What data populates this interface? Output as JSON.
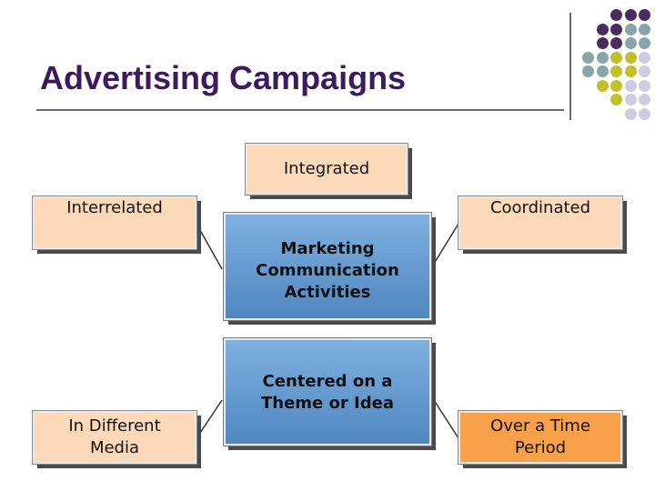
{
  "slide": {
    "title": "Advertising Campaigns"
  },
  "colors": {
    "title": "#3d1a5e",
    "peach_box": "#fcd9b8",
    "orange_box": "#f9a04a",
    "blue_box": "#5a93cc",
    "dot_purple": "#4b2c5e",
    "dot_teal": "#8aa5a8",
    "dot_olive": "#bfc02a",
    "dot_lavender": "#cfcbe0"
  },
  "decoration": {
    "dot_grid_rows": [
      [
        "dot_purple",
        "dot_purple",
        "dot_purple"
      ],
      [
        "dot_purple",
        "dot_purple",
        "dot_teal",
        "dot_teal"
      ],
      [
        "dot_purple",
        "dot_purple",
        "dot_teal",
        "dot_teal"
      ],
      [
        "dot_teal",
        "dot_teal",
        "dot_olive",
        "dot_olive",
        "dot_lavender"
      ],
      [
        "dot_teal",
        "dot_teal",
        "dot_olive",
        "dot_olive",
        "dot_lavender"
      ],
      [
        "dot_olive",
        "dot_olive",
        "dot_lavender",
        "dot_lavender"
      ],
      [
        "dot_olive",
        "dot_lavender",
        "dot_lavender"
      ],
      [
        "dot_lavender",
        "dot_lavender"
      ]
    ]
  },
  "diagram": {
    "integrated": "Integrated",
    "interrelated": "Interrelated",
    "coordinated": "Coordinated",
    "marketing": "Marketing\nCommunication\nActivities",
    "centered": "Centered on a\nTheme or Idea",
    "different_media": "In Different\nMedia",
    "time_period": "Over a Time\nPeriod"
  }
}
